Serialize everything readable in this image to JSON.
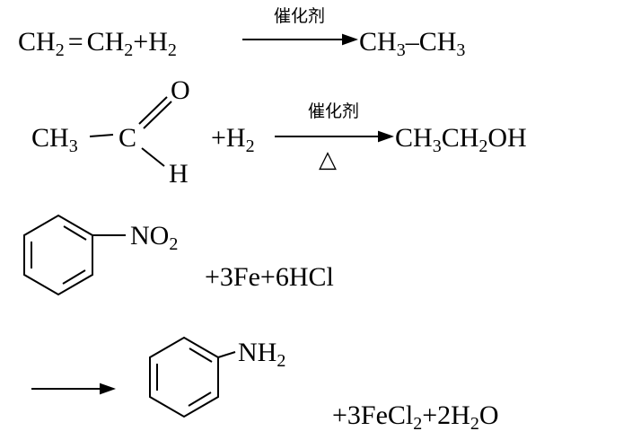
{
  "eq1": {
    "ch2a": "CH",
    "sub2a": "2",
    "eq": "=",
    "ch2b": "CH",
    "sub2b": "2",
    "plus_h": "+H",
    "sub_h": "2",
    "catalyst": "催化剂",
    "ch3a": "CH",
    "sub3a": "3",
    "dash": "–",
    "ch3b": "CH",
    "sub3b": "3"
  },
  "eq2": {
    "ch3": "CH",
    "sub3": "3",
    "c": "C",
    "o": "O",
    "h": "H",
    "plus_h": "+H",
    "sub_h": "2",
    "catalyst": "催化剂",
    "heat": "△",
    "p1": "CH",
    "p1s": "3",
    "p2": "CH",
    "p2s": "2",
    "p3": "OH"
  },
  "eq3": {
    "no": "NO",
    "no_sub": "2",
    "reagents": "+3Fe+6HCl"
  },
  "eq4": {
    "nh": "NH",
    "nh_sub": "2",
    "p1": "+3FeCl",
    "p1s": "2",
    "p2": "+2H",
    "p2s": "2",
    "p3": "O"
  }
}
